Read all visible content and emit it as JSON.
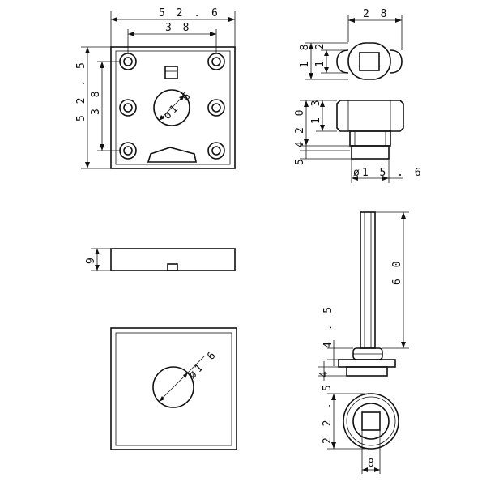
{
  "labels": {
    "front_width_outer": "5 2 . 6",
    "front_width_inner": "3 8",
    "front_height_outer": "5 2 . 5",
    "front_height_inner": "3 8",
    "front_hole_dia": "ø1 6",
    "top_width": "2 8",
    "top_height_outer": "1 8",
    "top_height_inner": "1 2",
    "side_height_total": "2 0",
    "side_height_cap": "1 3",
    "side_height_collar": "4",
    "side_height_base": "5 .",
    "side_dia": "ø1 5 . 6",
    "profile_thickness": "9",
    "cover_hole_dia": "ø1 6",
    "spindle_length": "6 0",
    "spindle_collar": "4 . 5",
    "spindle_flange": "4",
    "knob_dia": "2 2 . 5",
    "knob_square": "8"
  }
}
